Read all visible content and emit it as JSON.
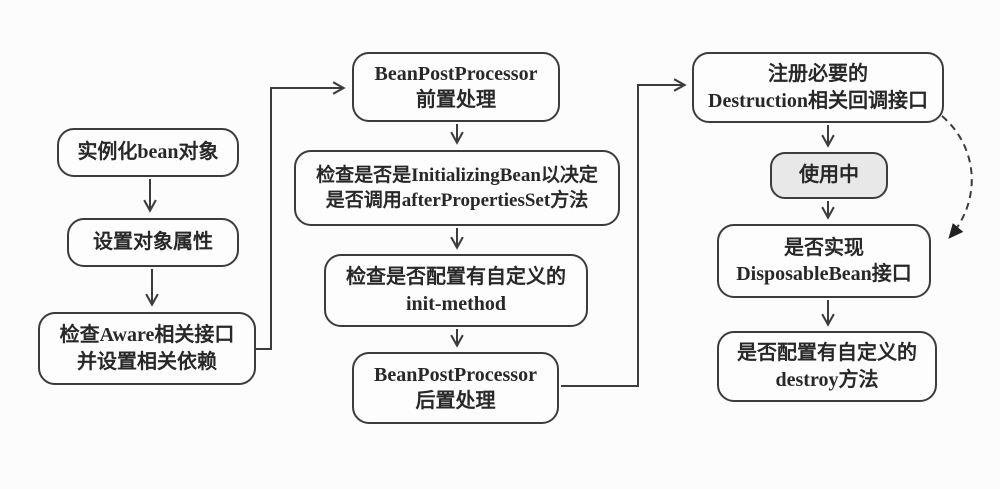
{
  "diagram": {
    "subject": "Spring bean lifecycle flowchart",
    "colors": {
      "background": "#fcfcfc",
      "line": "#3c3c3c",
      "text": "#282828",
      "highlight_fill": "#e8e8e8"
    },
    "nodes": {
      "instantiate_bean": {
        "label": "实例化bean对象"
      },
      "set_object_properties": {
        "label": "设置对象属性"
      },
      "check_aware": {
        "label": "检查Aware相关接口\n并设置相关依赖"
      },
      "bpp_before": {
        "label": "BeanPostProcessor\n前置处理"
      },
      "check_initializing_bean": {
        "label": "检查是否是InitializingBean以决定\n是否调用afterPropertiesSet方法"
      },
      "check_init_method": {
        "label": "检查是否配置有自定义的\ninit-method"
      },
      "bpp_after": {
        "label": "BeanPostProcessor\n后置处理"
      },
      "register_destruction": {
        "label": "注册必要的\nDestruction相关回调接口"
      },
      "in_use": {
        "label": "使用中",
        "highlighted": true
      },
      "check_disposable_bean": {
        "label": "是否实现\nDisposableBean接口"
      },
      "check_destroy_method": {
        "label": "是否配置有自定义的\ndestroy方法"
      }
    },
    "edges": [
      {
        "from": "instantiate_bean",
        "to": "set_object_properties",
        "style": "solid"
      },
      {
        "from": "set_object_properties",
        "to": "check_aware",
        "style": "solid"
      },
      {
        "from": "check_aware",
        "to": "bpp_before",
        "style": "solid-elbow"
      },
      {
        "from": "bpp_before",
        "to": "check_initializing_bean",
        "style": "solid"
      },
      {
        "from": "check_initializing_bean",
        "to": "check_init_method",
        "style": "solid"
      },
      {
        "from": "check_init_method",
        "to": "bpp_after",
        "style": "solid"
      },
      {
        "from": "bpp_after",
        "to": "register_destruction",
        "style": "solid-elbow"
      },
      {
        "from": "register_destruction",
        "to": "in_use",
        "style": "solid"
      },
      {
        "from": "in_use",
        "to": "check_disposable_bean",
        "style": "solid"
      },
      {
        "from": "check_disposable_bean",
        "to": "check_destroy_method",
        "style": "solid"
      },
      {
        "from": "register_destruction",
        "to": "check_disposable_bean",
        "style": "dashed-curve"
      }
    ]
  }
}
